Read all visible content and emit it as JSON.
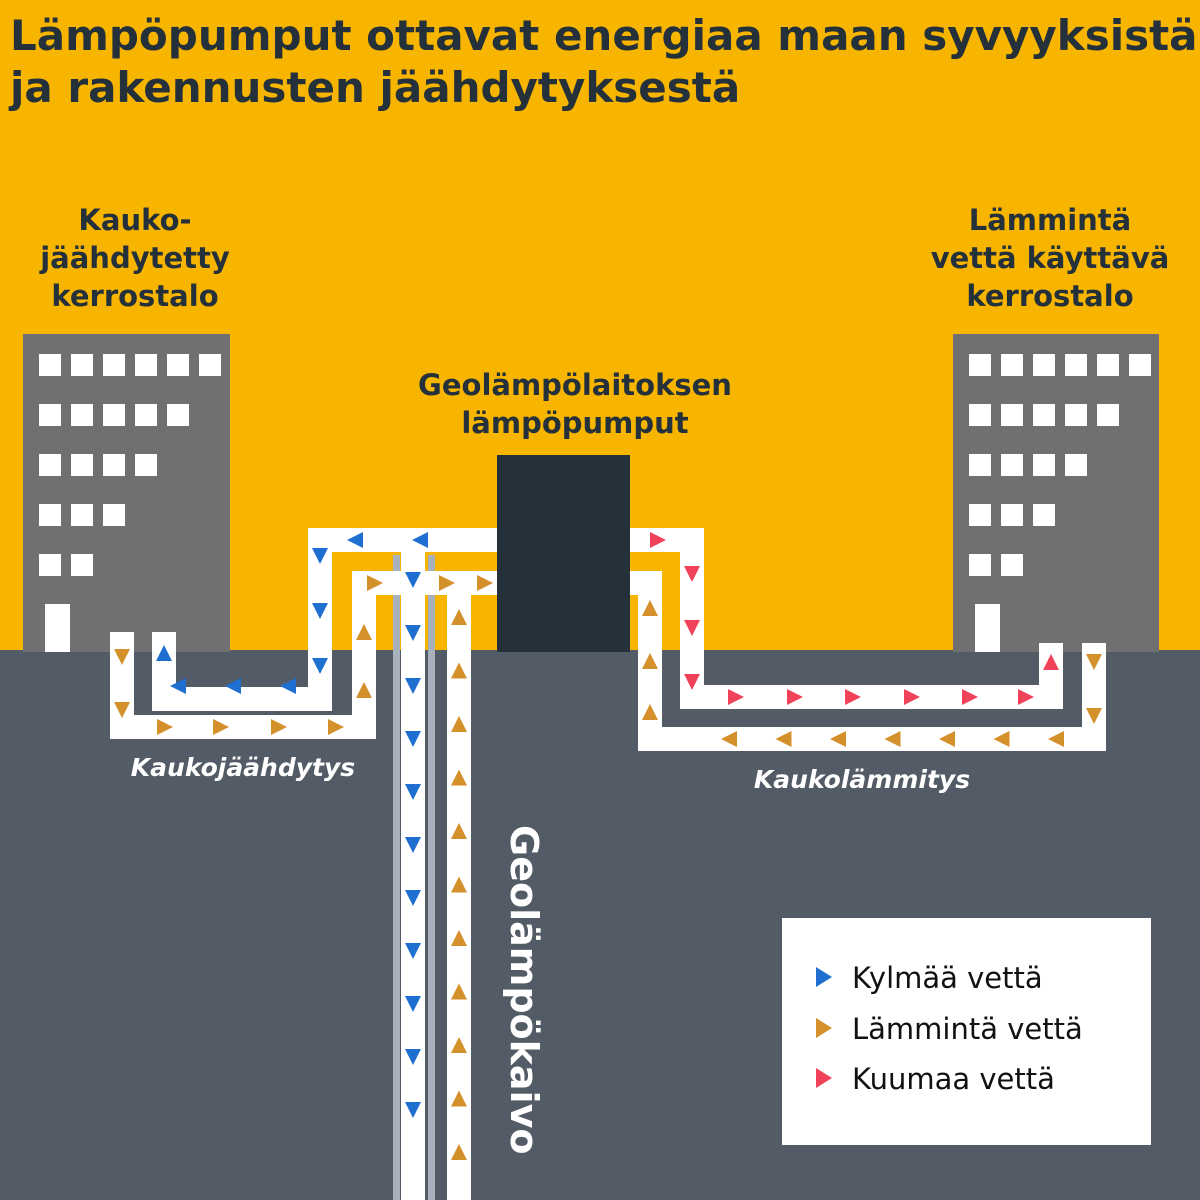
{
  "title": {
    "line1": "Lämpöpumput ottavat energiaa maan syvyyksistä",
    "line2": "ja rakennusten jäähdytyksestä"
  },
  "buildings": {
    "left": {
      "label_lines": [
        "Kauko-",
        "jäähdytetty",
        "kerrostalo"
      ],
      "window_rows": [
        6,
        5,
        4,
        3,
        2
      ]
    },
    "right": {
      "label_lines": [
        "Lämmintä",
        "vettä käyttävä",
        "kerrostalo"
      ],
      "window_rows": [
        6,
        5,
        4,
        3,
        2
      ]
    }
  },
  "plant": {
    "label_lines": [
      "Geolämpölaitoksen",
      "lämpöpumput"
    ]
  },
  "pipes": {
    "cooling_label": "Kaukojäähdytys",
    "heating_label": "Kaukolämmitys",
    "well_label": "Geolämpökaivo"
  },
  "legend": {
    "items": [
      {
        "label": "Kylmää vettä",
        "color": "#1f6fd1",
        "icon": "blue-triangle-icon"
      },
      {
        "label": "Lämmintä vettä",
        "color": "#d4902a",
        "icon": "orange-triangle-icon"
      },
      {
        "label": "Kuumaa vettä",
        "color": "#f0435a",
        "icon": "red-triangle-icon"
      }
    ]
  },
  "colors": {
    "sky": "#f7b500",
    "ground": "#525b66",
    "building": "#707070",
    "plant": "#24303a",
    "cold": "#1f6fd1",
    "warm": "#d4902a",
    "hot": "#f0435a"
  }
}
